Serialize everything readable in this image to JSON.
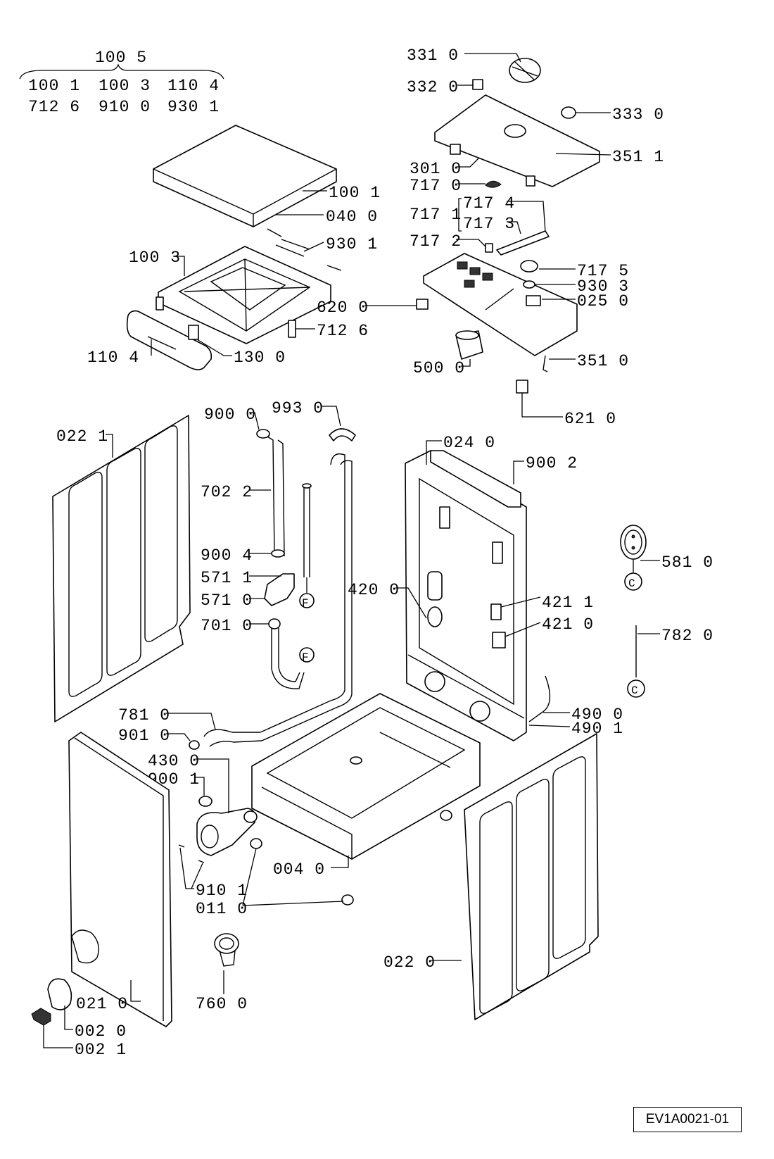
{
  "diagram_id": "EV1A0021-01",
  "top_group": {
    "head": "100 5",
    "row1": [
      "100 1",
      "100 3",
      "110 4"
    ],
    "row2": [
      "712 6",
      "910 0",
      "930 1"
    ]
  },
  "labels": {
    "l3310": "331 0",
    "l3320": "332 0",
    "l3330": "333 0",
    "l3511": "351 1",
    "l3010": "301 0",
    "l7170": "717 0",
    "l7171": "717 1",
    "l7174": "717 4",
    "l7173": "717 3",
    "l7172": "717 2",
    "l7175": "717 5",
    "l9303": "930 3",
    "l0250": "025 0",
    "l6200": "620 0",
    "l3510": "351 0",
    "l5000": "500 0",
    "l6210": "621 0",
    "l1001": "100 1",
    "l0400": "040 0",
    "l9301": "930 1",
    "l1003": "100 3",
    "l7126": "712 6",
    "l1104": "110 4",
    "l1300": "130 0",
    "l0221": "022 1",
    "l9000": "900 0",
    "l9930": "993 0",
    "l7022": "702 2",
    "l9004": "900 4",
    "l5711": "571 1",
    "l5710": "571 0",
    "l7010": "701 0",
    "l4200": "420 0",
    "l0240": "024 0",
    "l9002": "900 2",
    "l5810": "581 0",
    "l4211": "421 1",
    "l4210": "421 0",
    "l7820": "782 0",
    "l4900": "490 0",
    "l4901": "490 1",
    "l7810": "781 0",
    "l9010": "901 0",
    "l4300": "430 0",
    "l9001": "900 1",
    "l0040": "004 0",
    "l9101": "910 1",
    "l0110": "011 0",
    "l0220": "022 0",
    "l7600": "760 0",
    "l0210": "021 0",
    "l0020": "002 0",
    "l0021": "002 1"
  },
  "connectors": {
    "f1": "F",
    "f2": "F",
    "c1": "C",
    "c2": "C"
  }
}
